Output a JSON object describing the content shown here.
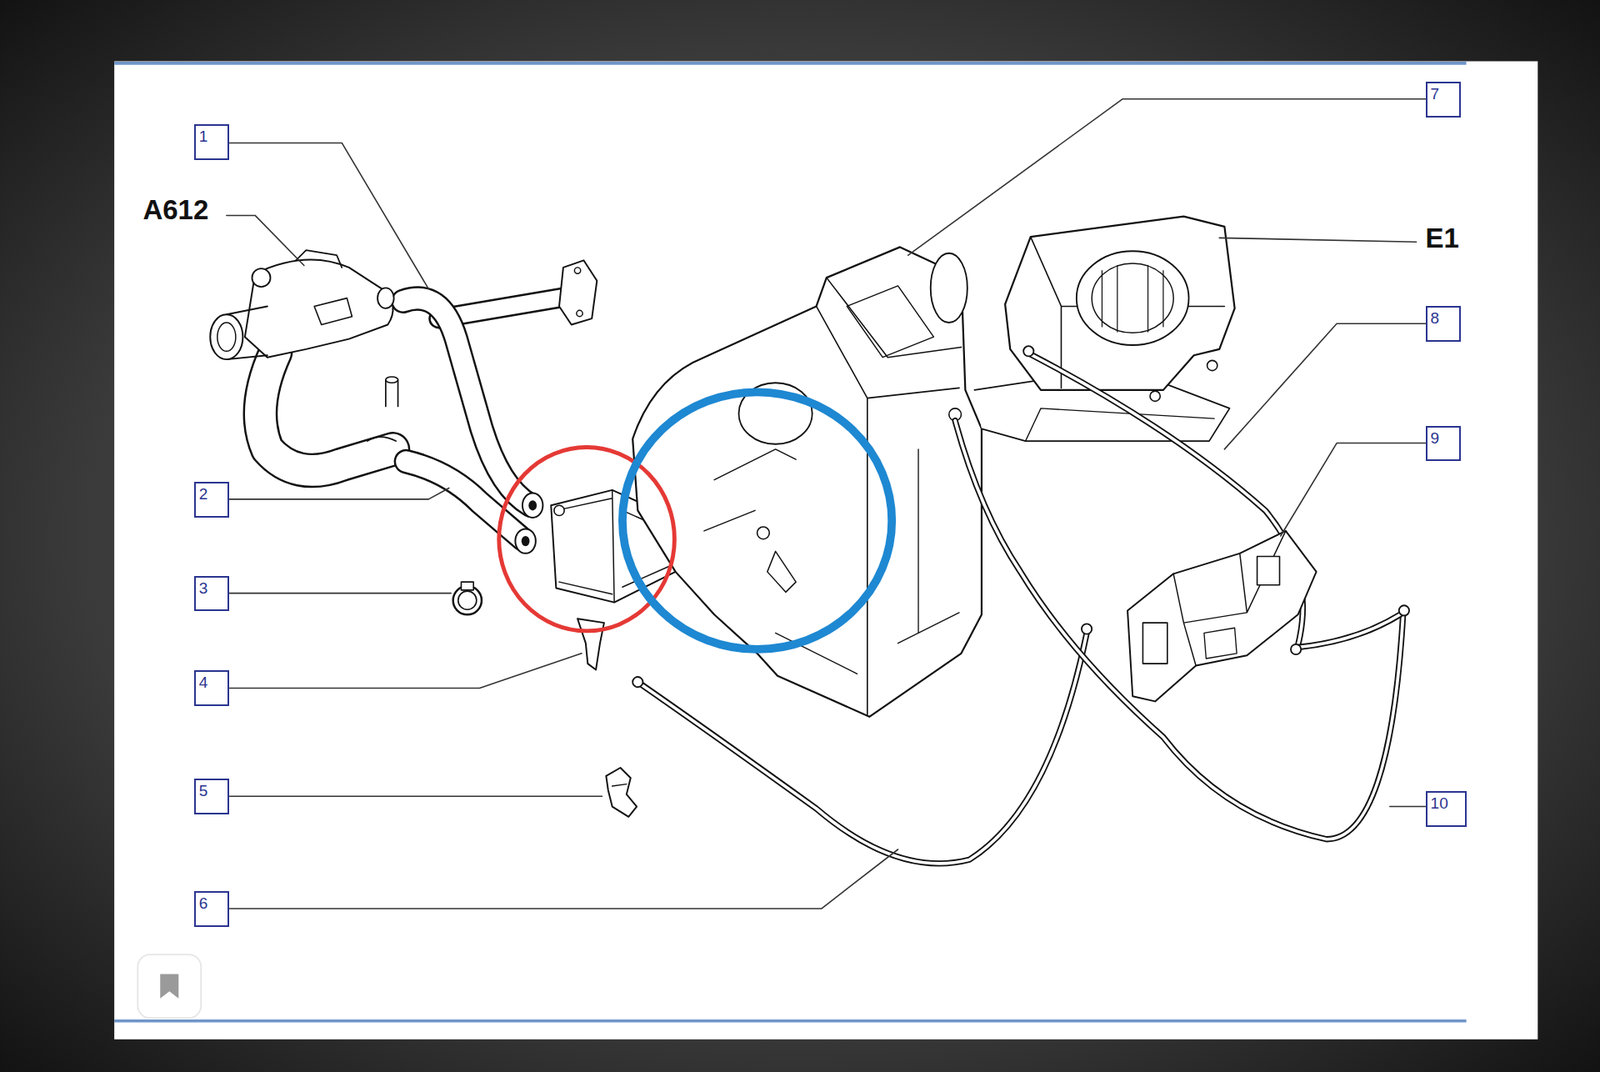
{
  "diagram": {
    "nodes": [
      {
        "text": [
          "1"
        ]
      },
      {
        "text": [
          "2"
        ]
      },
      {
        "text": [
          "3"
        ]
      },
      {
        "text": [
          "4"
        ]
      },
      {
        "text": [
          "5"
        ]
      },
      {
        "text": [
          "6"
        ]
      },
      {
        "text": [
          "7"
        ]
      },
      {
        "text": [
          "8"
        ]
      },
      {
        "text": [
          "9"
        ]
      },
      {
        "text": [
          "10"
        ]
      }
    ],
    "labels": [
      "A612",
      "E1"
    ]
  }
}
